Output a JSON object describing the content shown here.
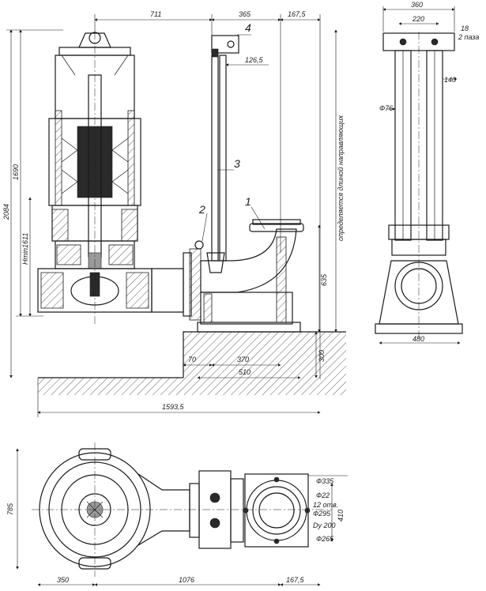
{
  "top_dims": {
    "d711": "711",
    "d365": "365",
    "d1675": "167,5"
  },
  "left_dims": {
    "d1690": "1690",
    "d2084": "2084",
    "hmin": "Hmin1611"
  },
  "right_dims": {
    "d635": "635",
    "d300": "300",
    "note": "определяется длиной направляющих"
  },
  "bottom_dims": {
    "d70": "70",
    "d370": "370",
    "d510": "510",
    "d15935": "1593,5"
  },
  "leaders": {
    "d1265": "126,5"
  },
  "positions": {
    "p1": "1",
    "p2": "2",
    "p3": "3",
    "p4": "4"
  },
  "side_view": {
    "d360": "360",
    "d220": "220",
    "d18": "18",
    "holes": "2 паза",
    "d140": "140",
    "d76": "Ф76",
    "d480": "480"
  },
  "plan_view": {
    "d785": "785",
    "d350": "350",
    "d1076": "1076",
    "d1675": "167,5",
    "d335": "Ф335",
    "d22": "Ф22",
    "holes12": "12 отв.",
    "d295": "Ф295",
    "dy200": "Dy 200",
    "d265": "Ф265",
    "d410": "410"
  }
}
